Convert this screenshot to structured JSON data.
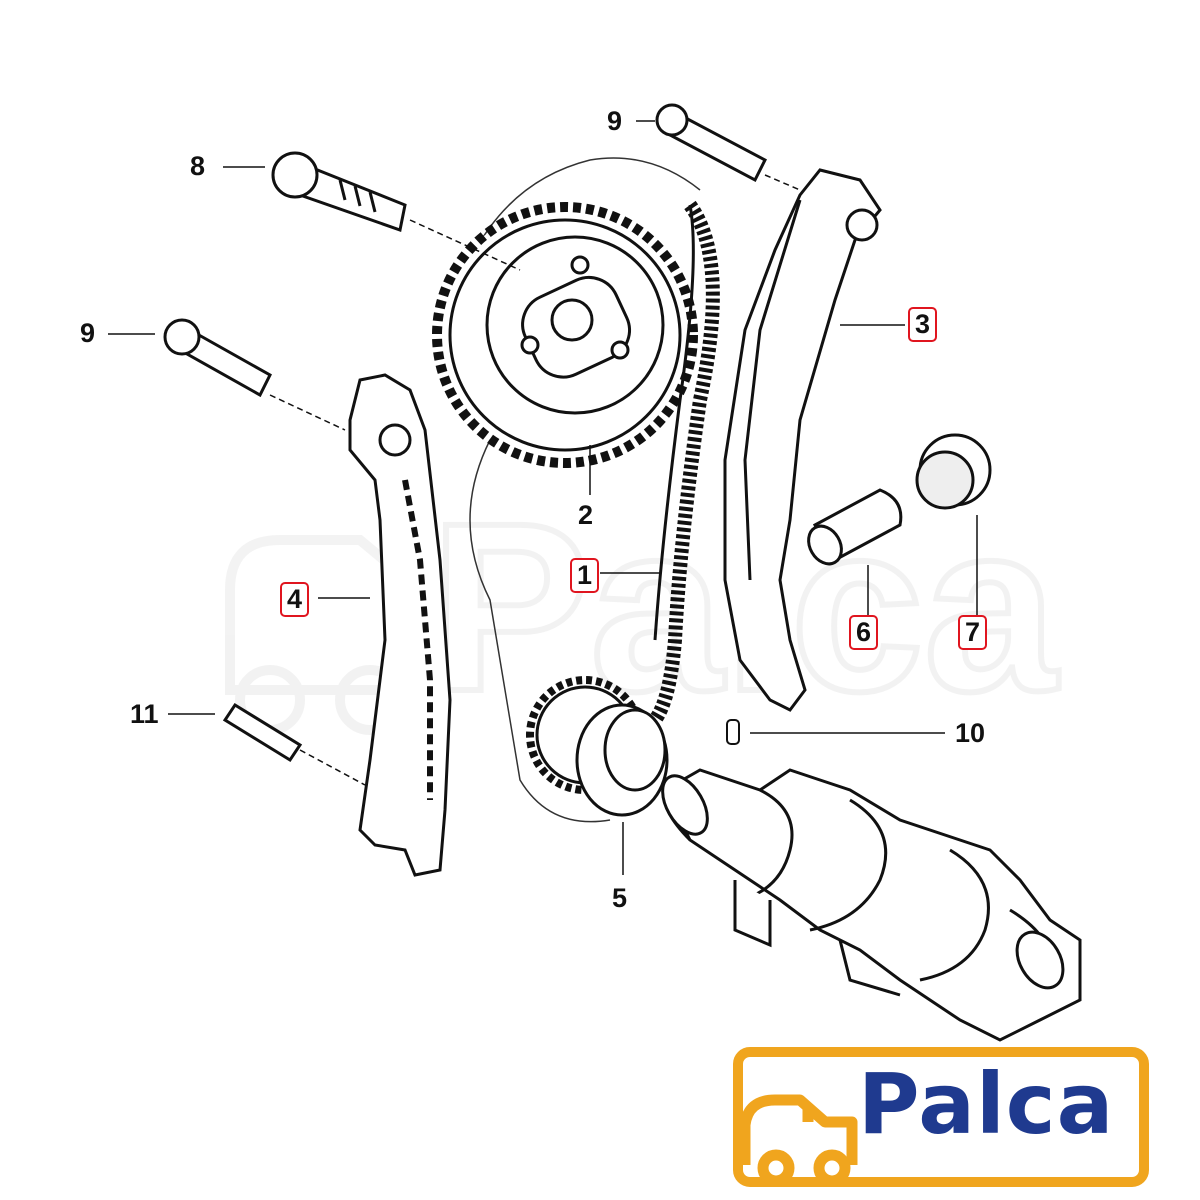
{
  "diagram": {
    "callouts": [
      {
        "id": "c1",
        "number": "1",
        "boxed": true
      },
      {
        "id": "c2",
        "number": "2",
        "boxed": false
      },
      {
        "id": "c3",
        "number": "3",
        "boxed": true
      },
      {
        "id": "c4",
        "number": "4",
        "boxed": true
      },
      {
        "id": "c5",
        "number": "5",
        "boxed": false
      },
      {
        "id": "c6",
        "number": "6",
        "boxed": true
      },
      {
        "id": "c7",
        "number": "7",
        "boxed": true
      },
      {
        "id": "c8",
        "number": "8",
        "boxed": false
      },
      {
        "id": "c9a",
        "number": "9",
        "boxed": false
      },
      {
        "id": "c9b",
        "number": "9",
        "boxed": false
      },
      {
        "id": "c10",
        "number": "10",
        "boxed": false
      },
      {
        "id": "c11",
        "number": "11",
        "boxed": false
      }
    ]
  },
  "logo": {
    "text": "Palca",
    "colors": {
      "brand_blue": "#1f3a8f",
      "accent_orange": "#f0a51e"
    }
  },
  "watermark": {
    "text": "Palca"
  },
  "colors": {
    "callout_box": "#e0151f",
    "line_art": "#111111"
  }
}
